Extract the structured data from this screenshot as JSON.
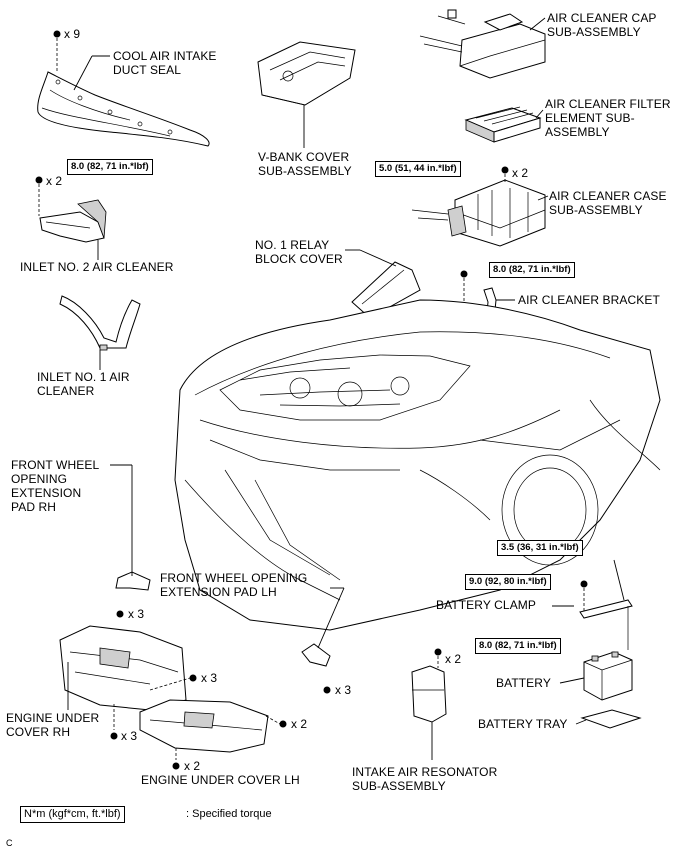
{
  "labels": {
    "cool_air_intake_duct_seal": "COOL AIR INTAKE\nDUCT SEAL",
    "v_bank_cover": "V-BANK COVER\nSUB-ASSEMBLY",
    "air_cleaner_cap": "AIR CLEANER CAP\nSUB-ASSEMBLY",
    "air_cleaner_filter": "AIR CLEANER FILTER\nELEMENT SUB-\nASSEMBLY",
    "air_cleaner_case": "AIR CLEANER CASE\nSUB-ASSEMBLY",
    "inlet_no2": "INLET NO. 2 AIR CLEANER",
    "relay_block_cover": "NO. 1 RELAY\nBLOCK COVER",
    "air_cleaner_bracket": "AIR CLEANER BRACKET",
    "inlet_no1": "INLET NO. 1 AIR\nCLEANER",
    "front_wheel_pad_rh": "FRONT WHEEL\nOPENING\nEXTENSION\nPAD RH",
    "front_wheel_pad_lh": "FRONT WHEEL OPENING\nEXTENSION PAD LH",
    "battery_clamp": "BATTERY CLAMP",
    "battery": "BATTERY",
    "battery_tray": "BATTERY TRAY",
    "engine_under_cover_rh": "ENGINE UNDER\nCOVER RH",
    "engine_under_cover_lh": "ENGINE UNDER COVER LH",
    "intake_air_resonator": "INTAKE AIR RESONATOR\nSUB-ASSEMBLY"
  },
  "torques": {
    "inlet_no2": "8.0 (82, 71 in.*lbf)",
    "air_cleaner_case": "5.0 (51, 44 in.*lbf)",
    "air_cleaner_bracket": "8.0 (82, 71 in.*lbf)",
    "battery_clamp_upper": "3.5 (36, 31 in.*lbf)",
    "battery_clamp_lower": "9.0 (92, 80 in.*lbf)",
    "intake_air_resonator": "8.0 (82, 71 in.*lbf)"
  },
  "quantities": {
    "duct_seal_clips": "x 9",
    "inlet_no2_bolts": "x 2",
    "air_cleaner_case_bolts": "x 2",
    "pad_rh_screws": "x 3",
    "pad_lh_screws": "x 3",
    "under_cover_rh_mid": "x 3",
    "under_cover_rh_bottom": "x 3",
    "under_cover_lh_right": "x 2",
    "under_cover_lh_bottom": "x 2",
    "resonator_bolts": "x 2"
  },
  "legend": {
    "unit_box": "N*m (kgf*cm, ft.*lbf)",
    "description": ": Specified torque"
  },
  "figure_code": "C"
}
